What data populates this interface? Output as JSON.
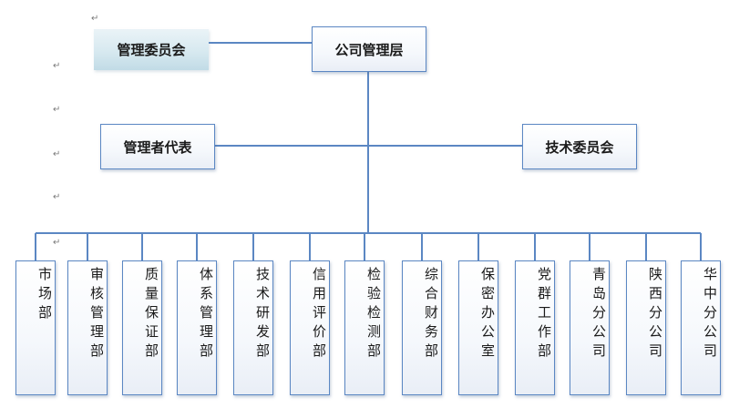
{
  "diagram": {
    "top": "公司管理层",
    "committee_left": "管理委员会",
    "rep_left": "管理者代表",
    "committee_right": "技术委员会",
    "departments": [
      "市场部",
      "审核管理部",
      "质量保证部",
      "体系管理部",
      "技术研发部",
      "信用评价部",
      "检验检测部",
      "综合财务部",
      "保密办公室",
      "党群工作部",
      "青岛分公司",
      "陕西分公司",
      "华中分公司"
    ]
  },
  "colors": {
    "line": "#5b87c3",
    "box_border": "#5b87c3",
    "committee_fill": "#cfe3ec"
  }
}
